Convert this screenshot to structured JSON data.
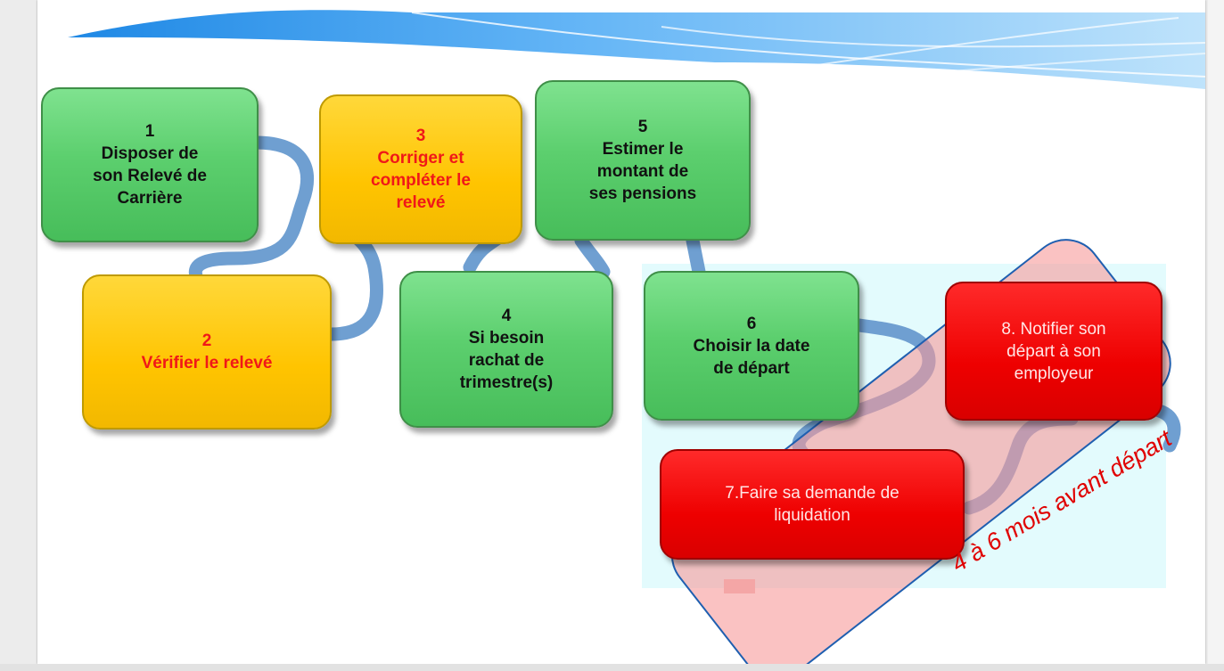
{
  "steps": [
    {
      "number": "1",
      "lines": [
        "Disposer de",
        "son Relevé de",
        "Carrière"
      ],
      "color": "green"
    },
    {
      "number": "2",
      "lines": [
        "Vérifier le relevé"
      ],
      "color": "yellow"
    },
    {
      "number": "3",
      "lines": [
        "Corriger et",
        "compléter le",
        "relevé"
      ],
      "color": "yellow"
    },
    {
      "number": "4",
      "lines": [
        "Si besoin",
        "rachat de",
        "trimestre(s)"
      ],
      "color": "green"
    },
    {
      "number": "5",
      "lines": [
        "Estimer le",
        "montant de",
        "ses pensions"
      ],
      "color": "green"
    },
    {
      "number": "6",
      "lines": [
        "Choisir la date",
        "de départ"
      ],
      "color": "green"
    },
    {
      "number": "",
      "lines": [
        "7.Faire sa demande de",
        "liquidation"
      ],
      "color": "red"
    },
    {
      "number": "",
      "lines": [
        "8. Notifier son",
        "départ à son",
        "employeur"
      ],
      "color": "red"
    }
  ],
  "timing_note": "4 à 6 mois avant départ",
  "colors": {
    "green": "#5ccf6e",
    "yellow": "#ffc400",
    "red": "#ee0000",
    "connector": "#6f9fd1",
    "highlight_band": "#f7a9a9",
    "note_text": "#e00000"
  }
}
